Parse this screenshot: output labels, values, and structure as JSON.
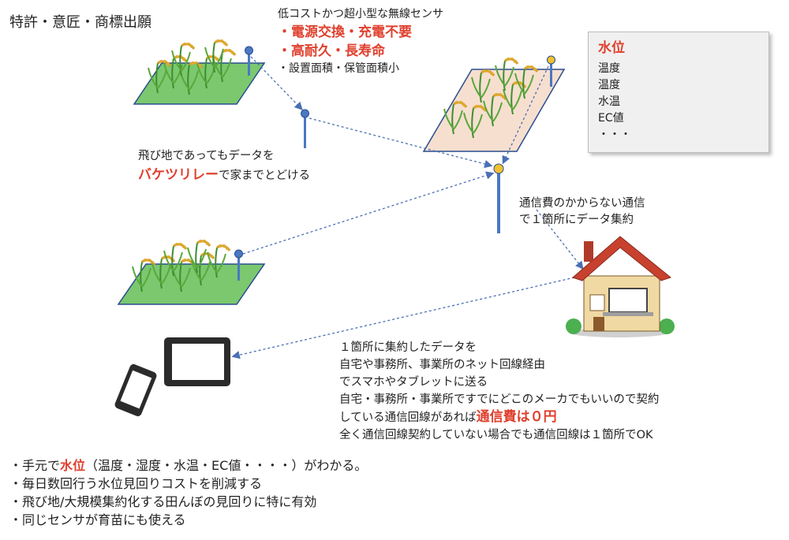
{
  "title": "特許・意匠・商標出願",
  "sensor_features": {
    "heading": "低コストかつ超小型な無線センサ",
    "items": [
      "・電源交換・充電不要",
      "・高耐久・長寿命",
      "・設置面積・保管面積小"
    ]
  },
  "relay": {
    "line1": "飛び地であってもデータを",
    "highlight": "バケツリレー",
    "line2_rest": "で家までとどける"
  },
  "measurements": {
    "title": "水位",
    "items": [
      "温度",
      "温度",
      "水温",
      "EC値",
      "・・・"
    ]
  },
  "collection": {
    "line1": "通信費のかからない通信",
    "line2": "で１箇所にデータ集約"
  },
  "delivery": {
    "lines": [
      "１箇所に集約したデータを",
      "自宅や事務所、事業所のネット回線経由",
      "でスマホやタブレットに送る",
      "自宅・事務所・事業所ですでにどこのメーカでもいいので契約"
    ],
    "line5_pre": "している通信回線があれば",
    "line5_highlight": "通信費は０円",
    "line6": "全く通信回線契約していない場合でも通信回線は１箇所でOK"
  },
  "benefits": {
    "line1_pre": "・手元で",
    "line1_highlight": "水位",
    "line1_post": "（温度・湿度・水温・EC値・・・・）がわかる。",
    "line2": "・毎日数回行う水位見回りコストを削減する",
    "line3": "・飛び地/大規模集約化する田んぼの見回りに特に有効",
    "line4": "・同じセンサが育苗にも使える"
  },
  "colors": {
    "accent_red": "#e0402e",
    "field_green": "#7bc86f",
    "field_pink": "#f6dfcf",
    "sensor_blue": "#4a78c2",
    "sensor_yellow": "#f2c12e",
    "link_blue": "#4a6fb5",
    "roof_red": "#c8412f"
  }
}
